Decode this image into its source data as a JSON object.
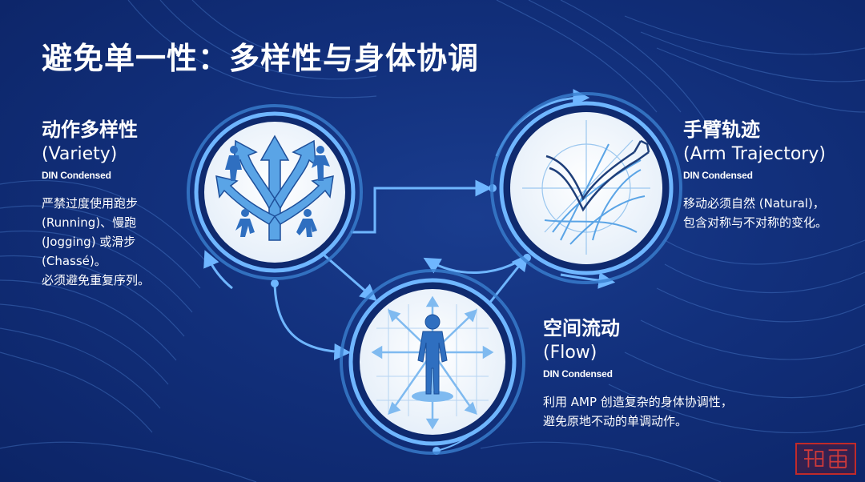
{
  "title": "避免单一性：多样性与身体协调",
  "colors": {
    "background": "#12307c",
    "ring": "#6fb6ff",
    "icon_fill": "#3a8fd9",
    "text": "#ffffff",
    "seal": "#c02a2a"
  },
  "nodes": {
    "variety": {
      "title_zh": "动作多样性",
      "title_en": "(Variety)",
      "tag": "DIN Condensed",
      "body": [
        "严禁过度使用跑步",
        "(Running)、慢跑",
        "(Jogging) 或滑步",
        "(Chassé)。",
        "必须避免重复序列。"
      ],
      "icon": "branching-arrows-with-dancers-icon"
    },
    "arm": {
      "title_zh": "手臂轨迹",
      "title_en": "(Arm Trajectory)",
      "tag": "DIN Condensed",
      "body": [
        "移动必须自然 (Natural)，",
        "包含对称与不对称的变化。"
      ],
      "icon": "arm-trajectory-icon"
    },
    "flow": {
      "title_zh": "空间流动",
      "title_en": "(Flow)",
      "tag": "DIN Condensed",
      "body": [
        "利用 AMP 创造复杂的身体协调性，",
        "避免原地不动的单调动作。"
      ],
      "icon": "human-figure-spatial-grid-icon"
    }
  }
}
